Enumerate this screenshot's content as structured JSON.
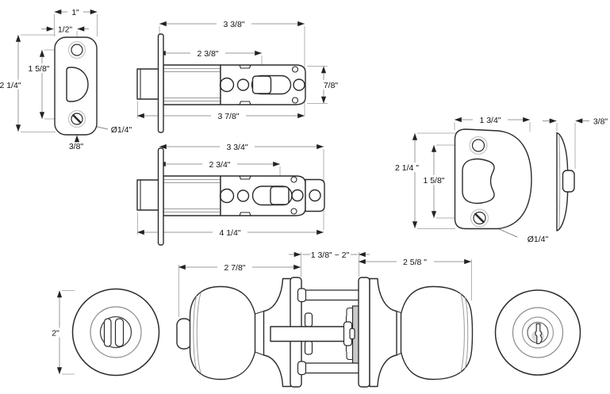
{
  "views": {
    "faceplate": {
      "dim_width": "1\"",
      "dim_center_offset": "1/2\"",
      "dim_height": "2 1/4\"",
      "dim_screw_spacing": "1 5/8\"",
      "dim_screw_dia": "Ø1/4\"",
      "dim_edge_offset": "3/8\""
    },
    "latch_short": {
      "dim_body_length": "3 3/8\"",
      "dim_backset": "2 3/8\"",
      "dim_body_height": "7/8\"",
      "dim_overall_length": "3 7/8\""
    },
    "latch_long": {
      "dim_body_length": "3 3/4\"",
      "dim_backset": "2 3/4\"",
      "dim_overall_length": "4 1/4\""
    },
    "strike": {
      "dim_width": "1 3/4\"",
      "dim_height": "2 1/4 \"",
      "dim_screw_spacing": "1 5/8\"",
      "dim_screw_dia": "Ø1/4\"",
      "dim_thickness": "3/8\""
    },
    "knobs": {
      "dim_rose_dia": "2\"",
      "dim_interior_projection": "2 7/8\"",
      "dim_door_thickness": "1 3/8\" ~ 2\"",
      "dim_exterior_projection": "2 5/8 \""
    }
  },
  "colors": {
    "line": "#2b2b2b",
    "dim_line": "#999999",
    "gray_fill": "#c9c9c9",
    "background": "#ffffff"
  }
}
